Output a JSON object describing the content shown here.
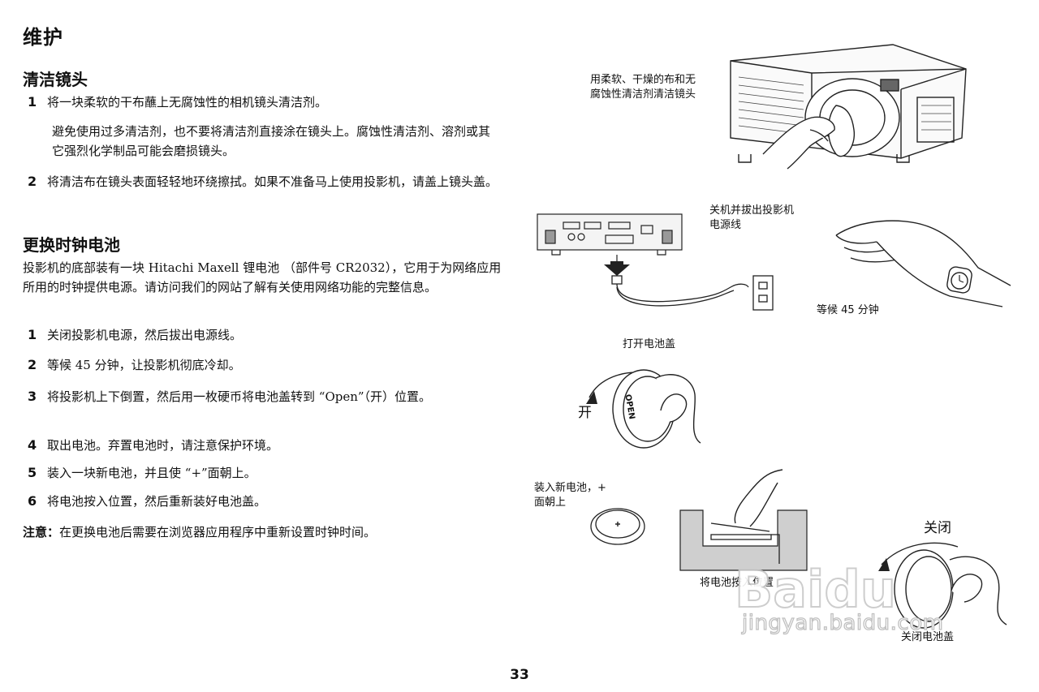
{
  "page_title": "维护",
  "clean_lens": {
    "heading": "清洁镜头",
    "steps": [
      {
        "num": "1",
        "text": "将一块柔软的干布蘸上无腐蚀性的相机镜头清洁剂。"
      },
      {
        "num": "2",
        "text": "将清洁布在镜头表面轻轻地环绕擦拭。如果不准备马上使用投影机，请盖上镜头盖。"
      }
    ],
    "note": "避免使用过多清洁剂，也不要将清洁剂直接涂在镜头上。腐蚀性清洁剂、溶剂或其它强烈化学制品可能会磨损镜头。"
  },
  "battery": {
    "heading": "更换时钟电池",
    "intro": "投影机的底部装有一块 Hitachi Maxell 锂电池 （部件号 CR2032），它用于为网络应用所用的时钟提供电源。请访问我们的网站了解有关使用网络功能的完整信息。",
    "steps": [
      {
        "num": "1",
        "text": "关闭投影机电源，然后拔出电源线。"
      },
      {
        "num": "2",
        "text": "等候 45 分钟，让投影机彻底冷却。"
      },
      {
        "num": "3",
        "text": "将投影机上下倒置，然后用一枚硬币将电池盖转到 “Open”（开）位置。"
      },
      {
        "num": "4",
        "text": "取出电池。弃置电池时，请注意保护环境。"
      },
      {
        "num": "5",
        "text": "装入一块新电池，并且使 “+”面朝上。"
      },
      {
        "num": "6",
        "text": "将电池按入位置，然后重新装好电池盖。"
      }
    ],
    "note_label": "注意：",
    "note_text": "在更换电池后需要在浏览器应用程序中重新设置时钟时间。"
  },
  "captions": {
    "clean_cloth": "用柔软、干燥的布和无腐蚀性清洁剂清洁镜头",
    "unplug": "关机并拔出投影机电源线",
    "wait": "等候 45 分钟",
    "open_cover": "打开电池盖",
    "open_label": "开",
    "insert_battery": "装入新电池，+ 面朝上",
    "press_battery": "将电池按入位置",
    "close_label": "关闭",
    "close_cover": "关闭电池盖",
    "coin_text": "OPEN"
  },
  "page_number": "33",
  "watermark": {
    "brand": "Baidu",
    "site": "jingyan.baidu.com"
  }
}
